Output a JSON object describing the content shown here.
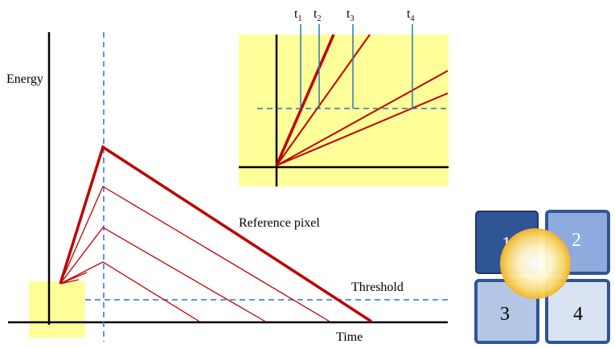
{
  "main_plot": {
    "energy_label": "Energy",
    "time_label": "Time",
    "reference_label": "Reference pixel",
    "threshold_label": "Threshold"
  },
  "inset": {
    "t_labels": [
      {
        "base": "t",
        "sub": "1"
      },
      {
        "base": "t",
        "sub": "2"
      },
      {
        "base": "t",
        "sub": "3"
      },
      {
        "base": "t",
        "sub": "4"
      }
    ]
  },
  "tiles": [
    "1",
    "2",
    "3",
    "4"
  ],
  "colors": {
    "red": "#c00000",
    "blue_dashed": "#2e75b6",
    "yellow": "#ffff99",
    "tile_dark": "#2f5597",
    "tile_mid": "#8faadc",
    "tile_light": "#b4c7e7",
    "tile_lighter": "#dae3f3"
  }
}
